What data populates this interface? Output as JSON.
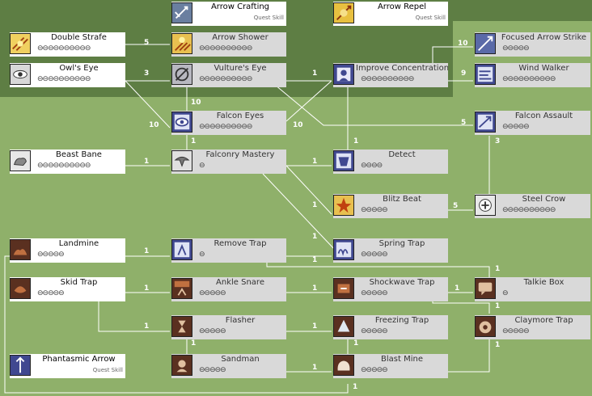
{
  "skills": {
    "arrow_crafting": {
      "name": "Arrow Crafting",
      "sub": "Quest Skill"
    },
    "arrow_repel": {
      "name": "Arrow Repel",
      "sub": "Quest Skill"
    },
    "double_strafe": {
      "name": "Double Strafe",
      "levels": "⊖⊖⊖⊖⊖⊖⊖⊖⊖⊖"
    },
    "arrow_shower": {
      "name": "Arrow Shower",
      "levels": "⊖⊖⊖⊖⊖⊖⊖⊖⊖⊖"
    },
    "focused_arrow_strike": {
      "name": "Focused Arrow Strike",
      "levels": "⊖⊖⊖⊖⊖"
    },
    "owls_eye": {
      "name": "Owl's Eye",
      "levels": "⊖⊖⊖⊖⊖⊖⊖⊖⊖⊖"
    },
    "vultures_eye": {
      "name": "Vulture's Eye",
      "levels": "⊖⊖⊖⊖⊖⊖⊖⊖⊖⊖"
    },
    "improve_concentration": {
      "name": "Improve Concentration",
      "levels": "⊖⊖⊖⊖⊖⊖⊖⊖⊖⊖"
    },
    "wind_walker": {
      "name": "Wind Walker",
      "levels": "⊖⊖⊖⊖⊖⊖⊖⊖⊖⊖"
    },
    "falcon_eyes": {
      "name": "Falcon Eyes",
      "levels": "⊖⊖⊖⊖⊖⊖⊖⊖⊖⊖"
    },
    "falcon_assault": {
      "name": "Falcon Assault",
      "levels": "⊖⊖⊖⊖⊖"
    },
    "beast_bane": {
      "name": "Beast Bane",
      "levels": "⊖⊖⊖⊖⊖⊖⊖⊖⊖⊖"
    },
    "falconry_mastery": {
      "name": "Falconry Mastery",
      "levels": "⊖"
    },
    "detect": {
      "name": "Detect",
      "levels": "⊖⊖⊖⊖"
    },
    "blitz_beat": {
      "name": "Blitz Beat",
      "levels": "⊖⊖⊖⊖⊖"
    },
    "steel_crow": {
      "name": "Steel Crow",
      "levels": "⊖⊖⊖⊖⊖⊖⊖⊖⊖⊖"
    },
    "landmine": {
      "name": "Landmine",
      "levels": "⊖⊖⊖⊖⊖"
    },
    "remove_trap": {
      "name": "Remove Trap",
      "levels": "⊖"
    },
    "spring_trap": {
      "name": "Spring Trap",
      "levels": "⊖⊖⊖⊖⊖"
    },
    "skid_trap": {
      "name": "Skid Trap",
      "levels": "⊖⊖⊖⊖⊖"
    },
    "ankle_snare": {
      "name": "Ankle Snare",
      "levels": "⊖⊖⊖⊖⊖"
    },
    "shockwave_trap": {
      "name": "Shockwave Trap",
      "levels": "⊖⊖⊖⊖⊖"
    },
    "talkie_box": {
      "name": "Talkie Box",
      "levels": "⊖"
    },
    "flasher": {
      "name": "Flasher",
      "levels": "⊖⊖⊖⊖⊖"
    },
    "freezing_trap": {
      "name": "Freezing Trap",
      "levels": "⊖⊖⊖⊖⊖"
    },
    "claymore_trap": {
      "name": "Claymore Trap",
      "levels": "⊖⊖⊖⊖⊖"
    },
    "phantasmic_arrow": {
      "name": "Phantasmic Arrow",
      "sub": "Quest Skill"
    },
    "sandman": {
      "name": "Sandman",
      "levels": "⊖⊖⊖⊖⊖"
    },
    "blast_mine": {
      "name": "Blast Mine",
      "levels": "⊖⊖⊖⊖⊖"
    }
  },
  "links": [
    "5",
    "10",
    "3",
    "1",
    "9",
    "10",
    "10",
    "10",
    "5",
    "1",
    "1",
    "1",
    "3",
    "1",
    "5",
    "1",
    "1",
    "1",
    "1",
    "1",
    "1",
    "1",
    "1",
    "1",
    "1",
    "1",
    "1",
    "1",
    "1",
    "1",
    "1"
  ],
  "colors": {
    "background": "#8fb06a",
    "panel": "#5e7e44",
    "line": "#ffffff",
    "learned": "#ffffff",
    "locked": "#d9d9d9"
  }
}
